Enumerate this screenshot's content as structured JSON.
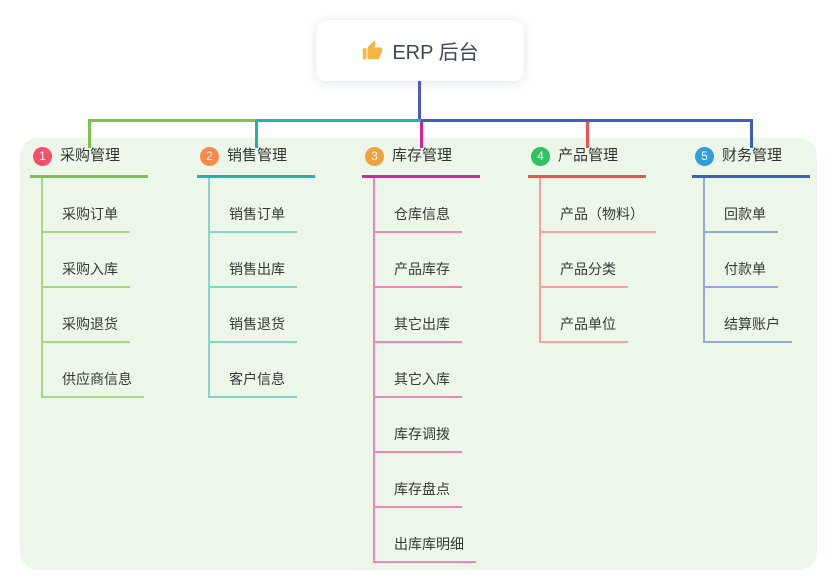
{
  "root": {
    "icon_name": "thumbs-up-icon",
    "icon_color": "#f4b63f",
    "title": "ERP 后台"
  },
  "colors": {
    "root_line": "#4a5ac8",
    "panel_background": "#ecf7e9"
  },
  "branches": [
    {
      "badge": "1",
      "label": "采购管理",
      "badge_color": "#f2506e",
      "line_color": "#7cc24b",
      "child_line_color": "#a8d687",
      "children": [
        "采购订单",
        "采购入库",
        "采购退货",
        "供应商信息"
      ]
    },
    {
      "badge": "2",
      "label": "销售管理",
      "badge_color": "#f8894e",
      "line_color": "#1db5aa",
      "child_line_color": "#82d6cc",
      "children": [
        "销售订单",
        "销售出库",
        "销售退货",
        "客户信息"
      ]
    },
    {
      "badge": "3",
      "label": "库存管理",
      "badge_color": "#f0a13c",
      "line_color": "#d2239c",
      "child_line_color": "#ee85b8",
      "children": [
        "仓库信息",
        "产品库存",
        "其它出库",
        "其它入库",
        "库存调拨",
        "库存盘点",
        "出库库明细"
      ]
    },
    {
      "badge": "4",
      "label": "产品管理",
      "badge_color": "#2fc25e",
      "line_color": "#ef5350",
      "child_line_color": "#f8a2a0",
      "children": [
        "产品（物料）",
        "产品分类",
        "产品单位"
      ]
    },
    {
      "badge": "5",
      "label": "财务管理",
      "badge_color": "#2da0dc",
      "line_color": "#3d5fc1",
      "child_line_color": "#93a9dd",
      "children": [
        "回款单",
        "付款单",
        "结算账户"
      ]
    }
  ]
}
